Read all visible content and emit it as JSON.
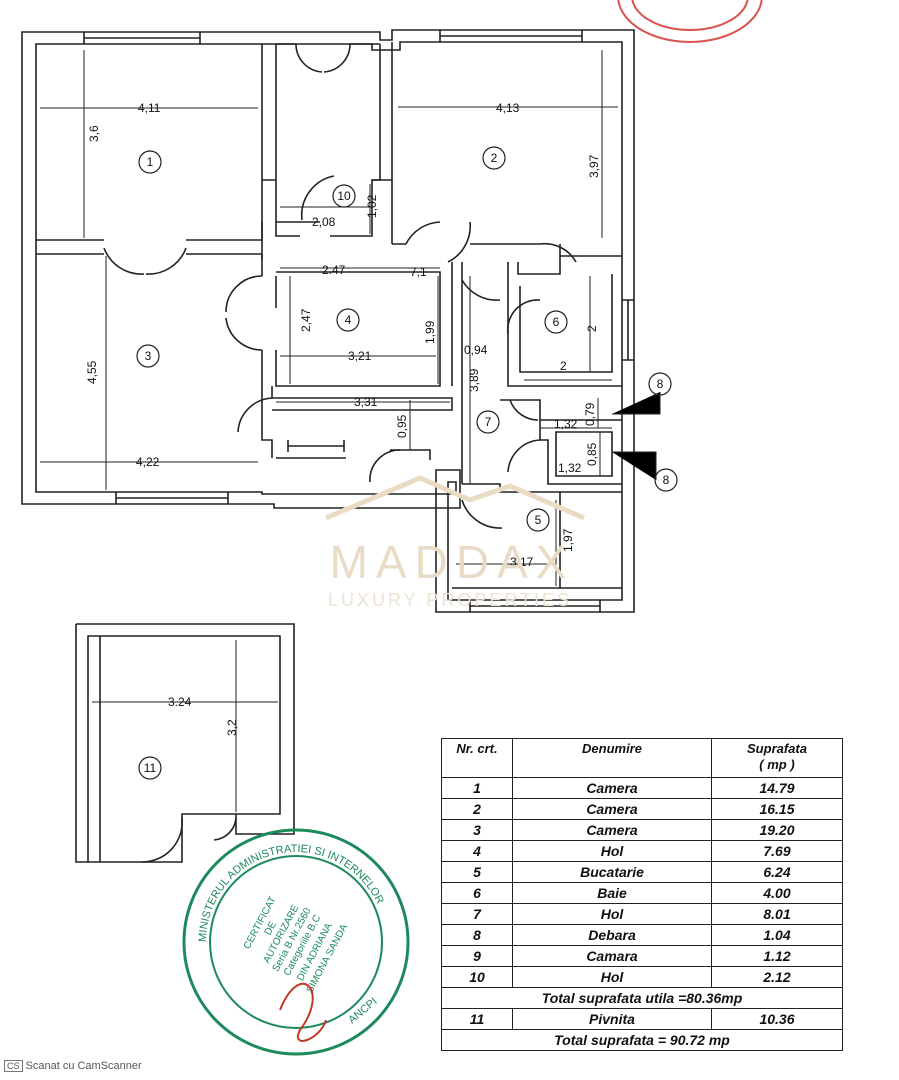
{
  "dimensions": {
    "r1_w": "4,11",
    "r1_h": "3,6",
    "r2_w": "4,13",
    "r2_h": "3,97",
    "r10_w": "2,08",
    "r10_h": "1,02",
    "hall_a": "2.47",
    "hall_b": "7,1",
    "r4_h": "2,47",
    "r4_w": "3,21",
    "r4_h2": "1,99",
    "r3_h": "4,55",
    "r3_w": "4,22",
    "hall_w": "3,31",
    "hall_h": "0,95",
    "r7_a": "0,94",
    "r7_b": "3,89",
    "r6_h": "2",
    "r6_w": "2",
    "r8_w": "1,32",
    "r8_h": "0,79",
    "r9_w": "1,32",
    "r9_h": "0,85",
    "r5_h": "1,97",
    "r5_w": "3,17",
    "r11_w": "3.24",
    "r11_h": "3,2"
  },
  "room_numbers": {
    "r1": "1",
    "r2": "2",
    "r3": "3",
    "r4": "4",
    "r5": "5",
    "r6": "6",
    "r7": "7",
    "r8a": "8",
    "r8b": "8",
    "r10": "10",
    "r11": "11"
  },
  "watermark": {
    "brand": "MADDAX",
    "tagline": "LUXURY PROPERTIES"
  },
  "stamp": {
    "ring_text": "MINISTERUL ADMINISTRATIEI SI INTERNELOR",
    "bottom_text": "ANCPI",
    "lines": [
      "CERTIFICAT",
      "DE",
      "AUTORIZARE",
      "Seria B Nr.2560",
      "Categoriile B,C",
      "DIN ADRIANA",
      "SIMONA SANDA"
    ]
  },
  "table": {
    "headers": {
      "nr": "Nr. crt.",
      "name": "Denumire",
      "area": "Suprafata",
      "unit": "( mp )"
    },
    "rows": [
      {
        "nr": "1",
        "name": "Camera",
        "area": "14.79"
      },
      {
        "nr": "2",
        "name": "Camera",
        "area": "16.15"
      },
      {
        "nr": "3",
        "name": "Camera",
        "area": "19.20"
      },
      {
        "nr": "4",
        "name": "Hol",
        "area": "7.69"
      },
      {
        "nr": "5",
        "name": "Bucatarie",
        "area": "6.24"
      },
      {
        "nr": "6",
        "name": "Baie",
        "area": "4.00"
      },
      {
        "nr": "7",
        "name": "Hol",
        "area": "8.01"
      },
      {
        "nr": "8",
        "name": "Debara",
        "area": "1.04"
      },
      {
        "nr": "9",
        "name": "Camara",
        "area": "1.12"
      },
      {
        "nr": "10",
        "name": "Hol",
        "area": "2.12"
      }
    ],
    "total_useful": "Total suprafata  utila     =80.36mp",
    "row11": {
      "nr": "11",
      "name": "Pivnita",
      "area": "10.36"
    },
    "total": "Total suprafata = 90.72  mp"
  },
  "footer": {
    "scanner": "Scanat cu CamScanner",
    "badge": "CS"
  }
}
